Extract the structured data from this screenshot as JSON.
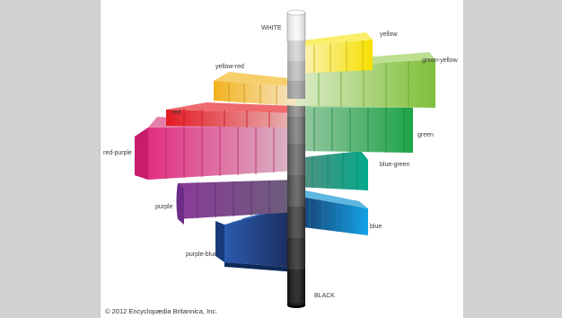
{
  "diagram": {
    "labels": {
      "white": "WHITE",
      "black": "BLACK",
      "yellow": "yellow",
      "green_yellow": "green-yellow",
      "yellow_red": "yellow-red",
      "red": "red",
      "green": "green",
      "red_purple": "red-purple",
      "blue_green": "blue-green",
      "purple": "purple",
      "blue": "blue",
      "purple_blue": "purple-blue"
    },
    "credit": "© 2012 Encyclopædia Britannica, Inc.",
    "colors": {
      "yellow": "#f6e200",
      "green_yellow": "#88c440",
      "yellow_red": "#f2b72e",
      "red": "#e0242e",
      "green": "#26a84a",
      "red_purple": "#d4317a",
      "blue_green": "#0aa889",
      "purple": "#7d3f96",
      "blue": "#1aa0e0",
      "purple_blue": "#2d55a6"
    }
  }
}
